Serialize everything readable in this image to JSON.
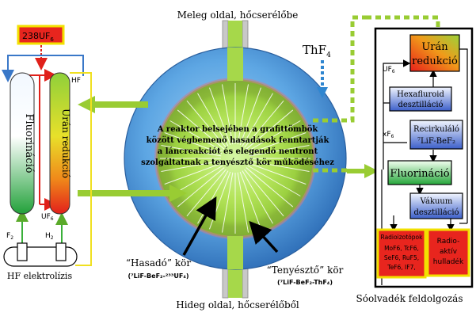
{
  "labels": {
    "top": "Meleg oldal, hőcserélőbe",
    "bottom": "Hideg oldal, hőcserélőből",
    "u238_a": "238UF",
    "u238_b": "6",
    "thf4_a": "ThF",
    "thf4_b": "4",
    "hf": "HF",
    "uf6_left_a": "UF",
    "uf6_left_b": "6",
    "f2_a": "F",
    "f2_b": "2",
    "h2_a": "H",
    "h2_b": "2",
    "hf_electrolysis": "HF elektrolízis",
    "fluorination": "Fluorináció",
    "uranium_reduction": "Urán redukció",
    "core_line1": "A reaktor belsejében a grafittömbök",
    "core_line2": "között végbemenő hasadások fenntartják",
    "core_line3": "a láncreakciót és elegendő neutront",
    "core_line4": "szolgáltatnak a tenyésztő kör működéséhez",
    "fissile_title": "“Hasadó” kör",
    "fissile_formula": "(⁷LiF-BeF₂-²³³UF₄)",
    "fertile_title": "“Tenyésztő” kör",
    "fertile_formula": "(⁷LiF-BeF₂-ThF₄)",
    "box_uran_1": "Urán",
    "box_uran_2": "redukció",
    "uf6_right_a": "UF",
    "uf6_right_b": "6",
    "box_hexa_1": "Hexafluroid",
    "box_hexa_2": "desztilláció",
    "xf6_a": "xF",
    "xf6_b": "6",
    "box_recirc_1": "Recirkuláló",
    "box_recirc_2": "⁷LiF-BeF₂",
    "box_fluor": "Fluorináció",
    "box_vac_1": "Vákuum",
    "box_vac_2": "desztilláció",
    "iso_title": "Radioizotópok",
    "iso_row1": "MoF6, TcF6,",
    "iso_row2": "SeF6, RuF5,",
    "iso_row3": "TeF6, IF7,",
    "waste_1": "Radio-",
    "waste_2": "aktív",
    "waste_3": "hulladék",
    "salt_processing": "Sóolvadék feldolgozás"
  },
  "colors": {
    "arrow_green": "#99cc33",
    "dotted_green": "#99cc33",
    "red_flow": "#e0201a",
    "blue_flow": "#3a78c8",
    "yellow_flow": "#f0e020",
    "thf4_blue": "#2f86d0",
    "box_yellow": "#f2e000",
    "box_red": "#e8251e"
  }
}
